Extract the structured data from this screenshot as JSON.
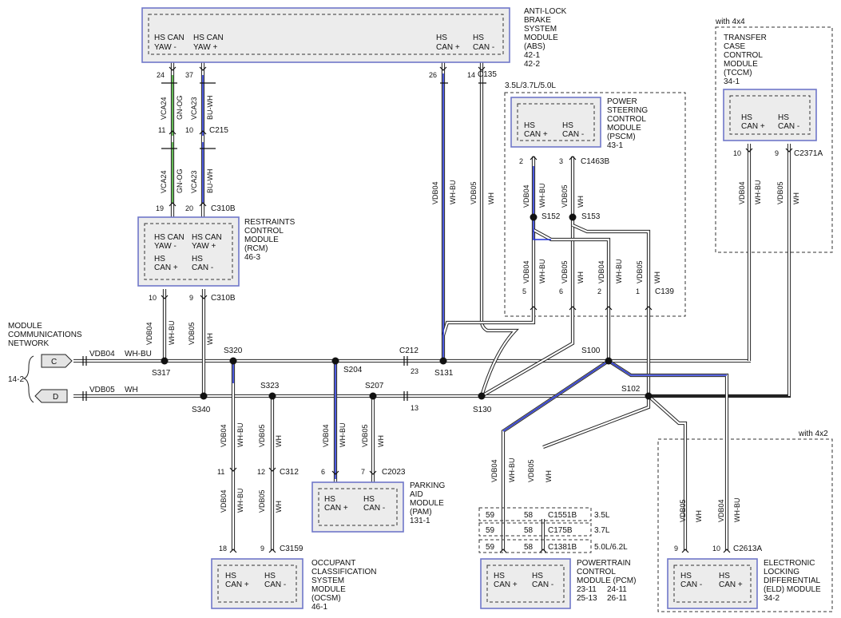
{
  "network": {
    "title": [
      "MODULE",
      "COMMUNICATIONS",
      "NETWORK"
    ],
    "ref": "14-2",
    "connC": "C",
    "connD": "D",
    "busC": {
      "circuit": "VDB04",
      "color": "WH-BU"
    },
    "busD": {
      "circuit": "VDB05",
      "color": "WH"
    }
  },
  "modules": {
    "abs": {
      "name": [
        "ANTI-LOCK",
        "BRAKE",
        "SYSTEM",
        "MODULE",
        "(ABS)",
        "42-1",
        "42-2"
      ],
      "pins": [
        "HS CAN",
        "YAW -",
        "HS CAN",
        "YAW +",
        "HS",
        "CAN +",
        "HS",
        "CAN -"
      ]
    },
    "rcm": {
      "name": [
        "RESTRAINTS",
        "CONTROL",
        "MODULE",
        "(RCM)",
        "46-3"
      ],
      "pins": [
        "HS CAN",
        "YAW -",
        "HS CAN",
        "YAW +",
        "HS",
        "CAN +",
        "HS",
        "CAN -"
      ]
    },
    "pscm": {
      "variant": "3.5L/3.7L/5.0L",
      "name": [
        "POWER",
        "STEERING",
        "CONTROL",
        "MODULE",
        "(PSCM)",
        "43-1"
      ],
      "pins": [
        "HS",
        "CAN +",
        "HS",
        "CAN -"
      ]
    },
    "tccm": {
      "variant": "with 4x4",
      "name": [
        "TRANSFER",
        "CASE",
        "CONTROL",
        "MODULE",
        "(TCCM)",
        "34-1"
      ],
      "pins": [
        "HS",
        "CAN +",
        "HS",
        "CAN -"
      ]
    },
    "pam": {
      "name": [
        "PARKING",
        "AID",
        "MODULE",
        "(PAM)",
        "131-1"
      ],
      "pins": [
        "HS",
        "CAN +",
        "HS",
        "CAN -"
      ]
    },
    "ocsm": {
      "name": [
        "OCCUPANT",
        "CLASSIFICATION",
        "SYSTEM",
        "MODULE",
        "(OCSM)",
        "46-1"
      ],
      "pins": [
        "HS",
        "CAN +",
        "HS",
        "CAN -"
      ]
    },
    "pcm": {
      "name": [
        "POWERTRAIN",
        "CONTROL",
        "MODULE (PCM)"
      ],
      "refs": [
        "23-11",
        "24-11",
        "25-13",
        "26-11"
      ],
      "pins": [
        "HS",
        "CAN +",
        "HS",
        "CAN -"
      ]
    },
    "eld": {
      "variant": "with 4x2",
      "name": [
        "ELECTRONIC",
        "LOCKING",
        "DIFFERENTIAL",
        "(ELD) MODULE",
        "34-2"
      ],
      "pins": [
        "HS",
        "CAN -",
        "HS",
        "CAN +"
      ]
    }
  },
  "connectors": {
    "c135": "C135",
    "c215": "C215",
    "c310b_top": "C310B",
    "c310b_bot": "C310B",
    "c1463b": "C1463B",
    "c139": "C139",
    "c2371a": "C2371A",
    "c212": "C212",
    "c312": "C312",
    "c3159": "C3159",
    "c2023": "C2023",
    "c2613a": "C2613A"
  },
  "pins": {
    "abs": [
      "24",
      "37",
      "26",
      "14"
    ],
    "c215": [
      "11",
      "10"
    ],
    "c310b_top": [
      "19",
      "20"
    ],
    "c310b_bot": [
      "10",
      "9"
    ],
    "pscm": [
      "2",
      "3"
    ],
    "c139": [
      "5",
      "6",
      "2",
      "1"
    ],
    "tccm": [
      "10",
      "9"
    ],
    "c212": [
      "23",
      "13"
    ],
    "c312": [
      "11",
      "12"
    ],
    "ocsm": [
      "18",
      "9"
    ],
    "pam": [
      "6",
      "7"
    ],
    "eld": [
      "9",
      "10"
    ]
  },
  "pcm_table": [
    {
      "p1": "59",
      "p2": "58",
      "conn": "C1551B",
      "engine": "3.5L"
    },
    {
      "p1": "59",
      "p2": "58",
      "conn": "C175B",
      "engine": "3.7L"
    },
    {
      "p1": "59",
      "p2": "58",
      "conn": "C1381B",
      "engine": "5.0L/6.2L"
    }
  ],
  "splices": {
    "s317": "S317",
    "s320": "S320",
    "s340": "S340",
    "s323": "S323",
    "s204": "S204",
    "s207": "S207",
    "s131": "S131",
    "s130": "S130",
    "s100": "S100",
    "s102": "S102",
    "s152": "S152",
    "s153": "S153"
  },
  "wires": {
    "vca24": "VCA24",
    "gnog": "GN-OG",
    "vca23": "VCA23",
    "buwh": "BU-WH",
    "vdb04": "VDB04",
    "whbu": "WH-BU",
    "vdb05": "VDB05",
    "wh": "WH"
  },
  "colors": {
    "can_hi": "#2232d8",
    "can_yaw": "#3caa2a",
    "module_border": "#6f77c9"
  }
}
